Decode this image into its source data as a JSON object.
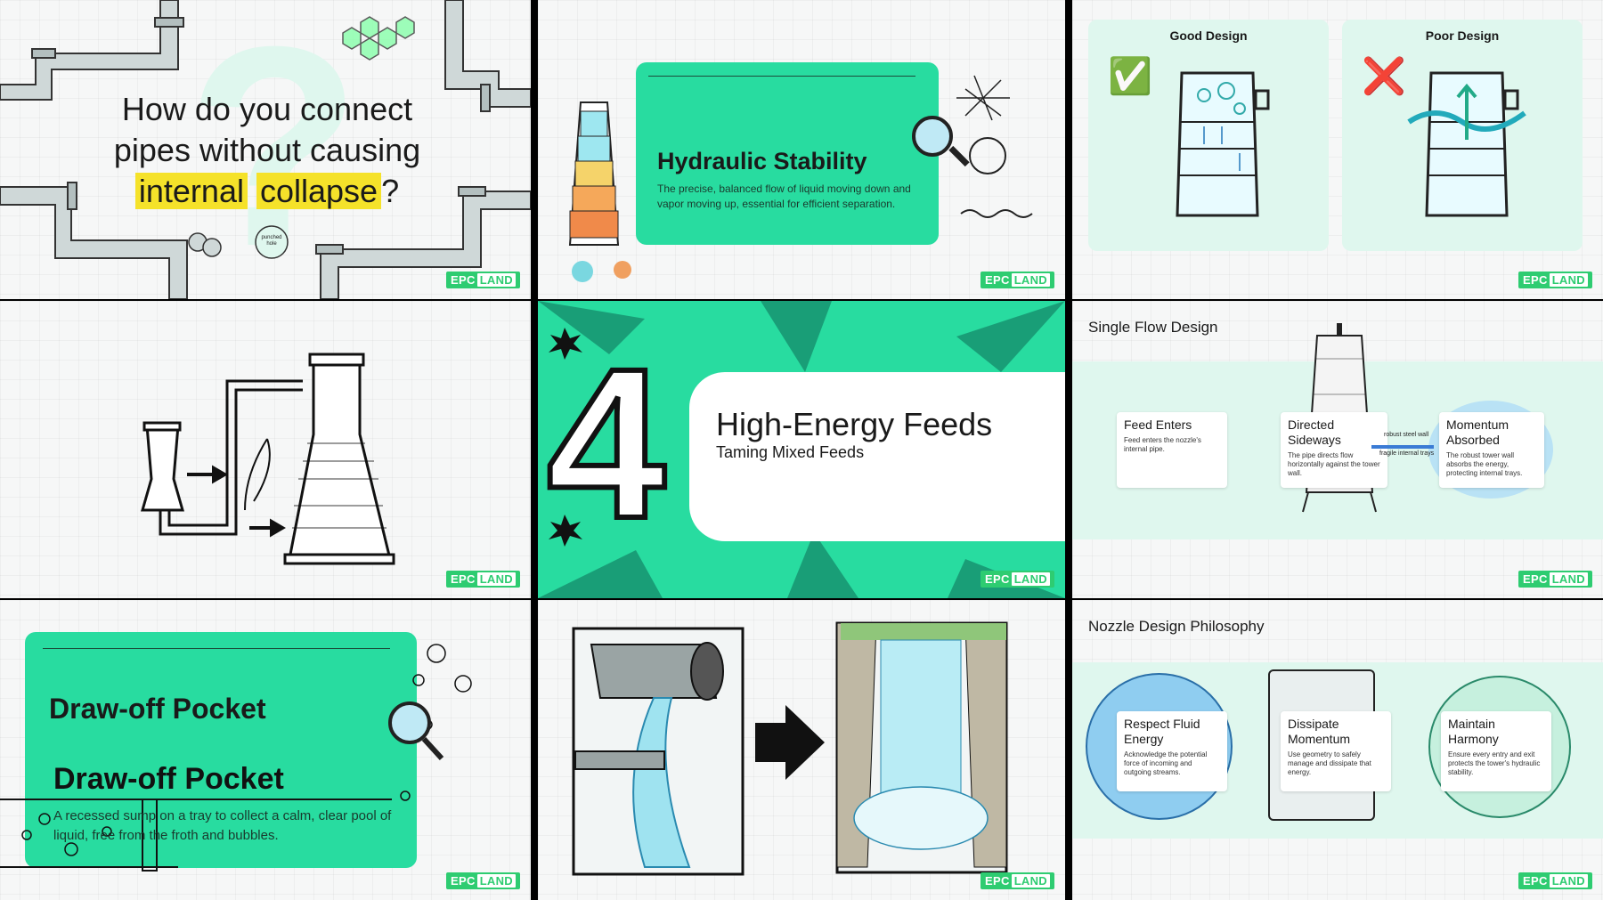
{
  "brand": {
    "logo_main": "EPC",
    "logo_box": "LAND",
    "accent": "#28dca0",
    "highlight": "#f5e22a"
  },
  "slide1": {
    "line1": "How do you connect",
    "line2": "pipes without causing",
    "hl1": "internal",
    "hl2": "collapse",
    "tail": "?",
    "tag": "punched hole"
  },
  "slide2": {
    "title": "Hydraulic Stability",
    "body": "The precise, balanced flow of liquid moving down and vapor moving up, essential for efficient separation."
  },
  "slide3": {
    "good": "Good Design",
    "poor": "Poor Design",
    "good_mark": "✅",
    "poor_mark": "❌"
  },
  "slide5": {
    "number": "4",
    "title": "High-Energy Feeds",
    "subtitle": "Taming Mixed Feeds"
  },
  "slide6": {
    "title": "Single Flow Design",
    "cards": [
      {
        "title": "Feed Enters",
        "body": "Feed enters the nozzle's internal pipe."
      },
      {
        "title": "Directed Sideways",
        "body": "The pipe directs flow horizontally against the tower wall."
      },
      {
        "title": "Momentum Absorbed",
        "body": "The robust tower wall absorbs the energy, protecting internal trays."
      }
    ],
    "label_wall": "robust steel wall",
    "label_trays": "fragile internal trays"
  },
  "slide7": {
    "title": "Draw-off Pocket",
    "title_overlay": "Draw-off Pocket",
    "body": "A recessed sump on a tray to collect a calm, clear pool of liquid, free from the froth and bubbles."
  },
  "slide9": {
    "title": "Nozzle Design Philosophy",
    "cards": [
      {
        "title": "Respect Fluid Energy",
        "body": "Acknowledge the potential force of incoming and outgoing streams."
      },
      {
        "title": "Dissipate Momentum",
        "body": "Use geometry to safely manage and dissipate that energy."
      },
      {
        "title": "Maintain Harmony",
        "body": "Ensure every entry and exit protects the tower's hydraulic stability."
      }
    ]
  }
}
